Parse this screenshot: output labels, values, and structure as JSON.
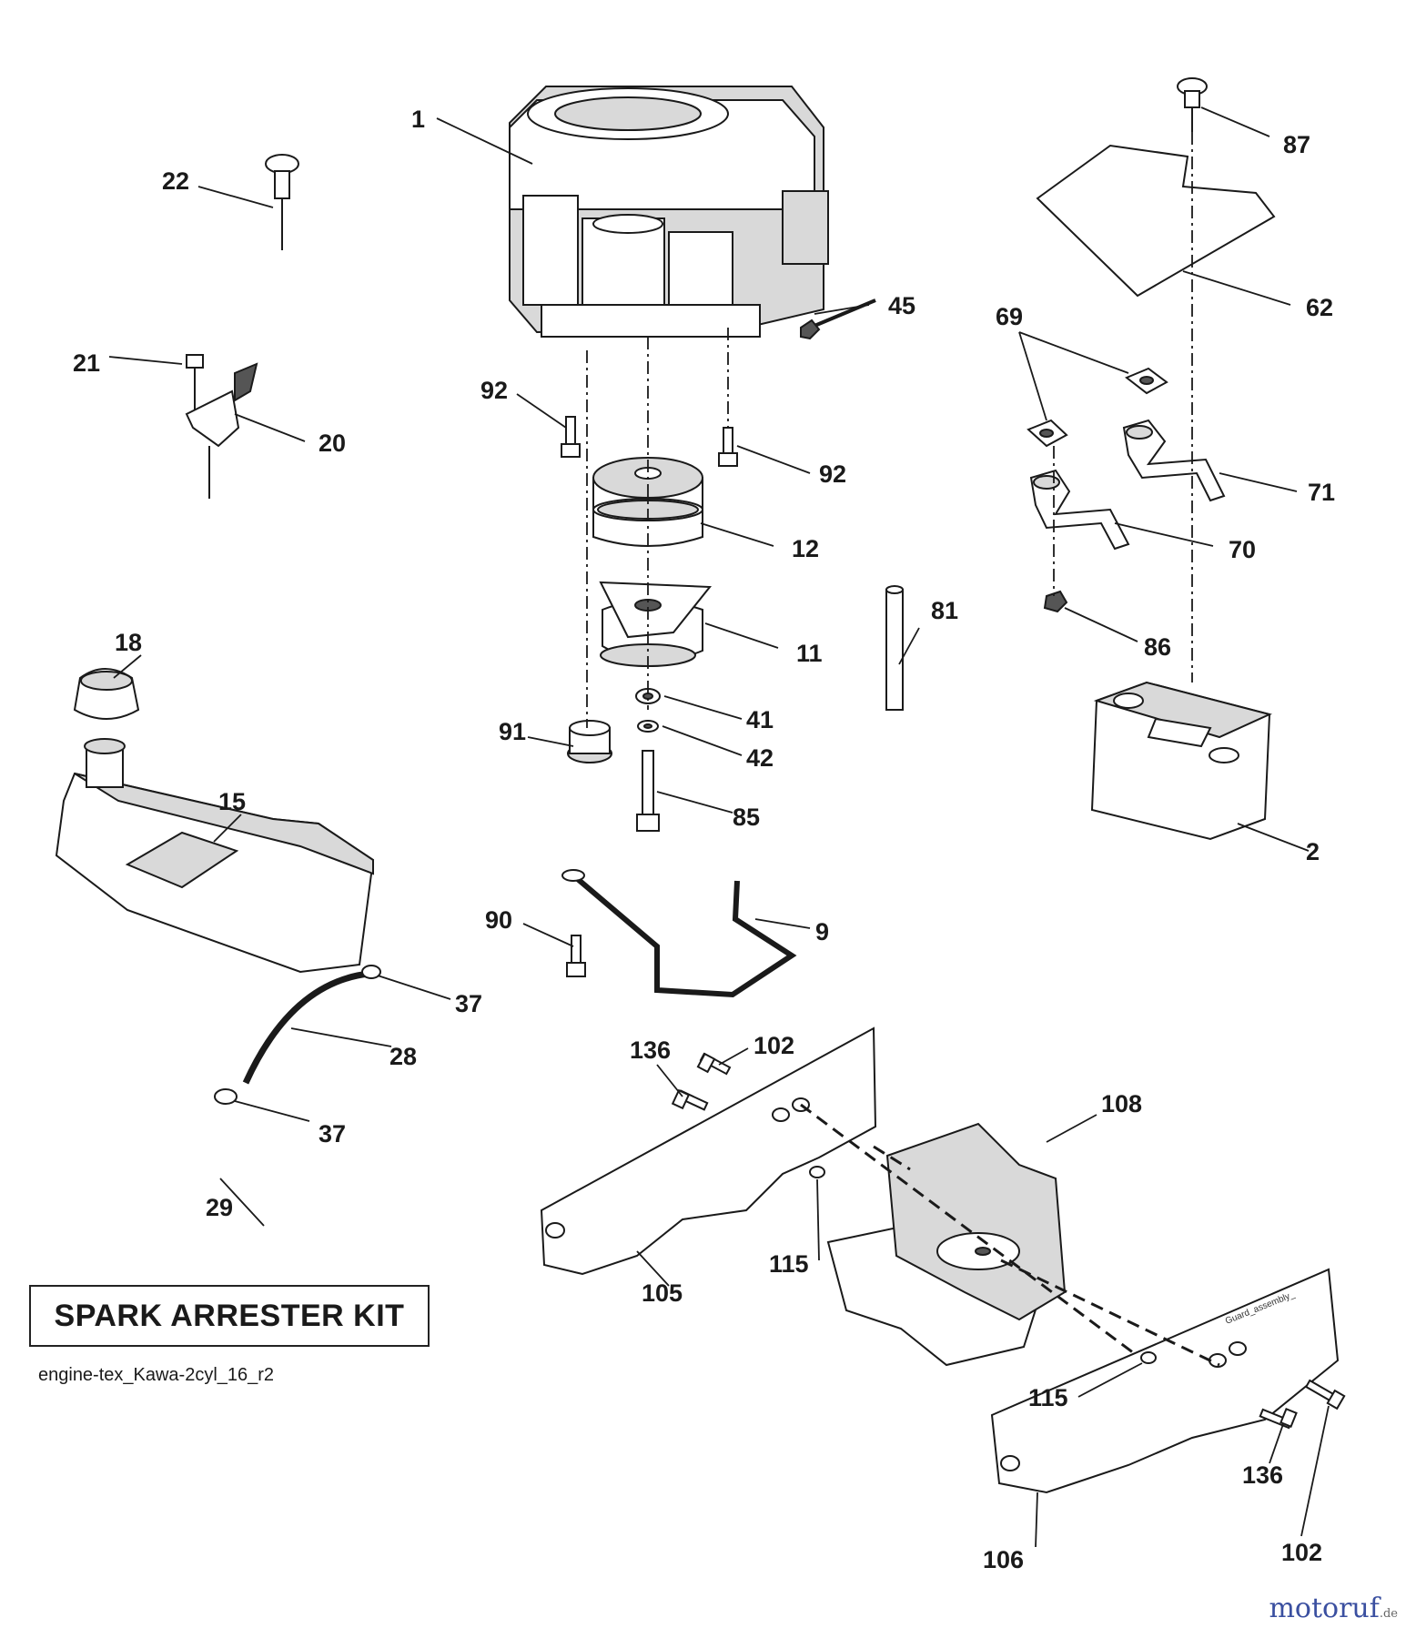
{
  "labels": {
    "l1": "1",
    "l2": "2",
    "l9": "9",
    "l11": "11",
    "l12": "12",
    "l15": "15",
    "l18": "18",
    "l20": "20",
    "l21": "21",
    "l22": "22",
    "l28": "28",
    "l29": "29",
    "l37a": "37",
    "l37b": "37",
    "l41": "41",
    "l42": "42",
    "l45": "45",
    "l62": "62",
    "l69": "69",
    "l70": "70",
    "l71": "71",
    "l81": "81",
    "l85": "85",
    "l86": "86",
    "l87": "87",
    "l90": "90",
    "l91": "91",
    "l92a": "92",
    "l92b": "92",
    "l102a": "102",
    "l102b": "102",
    "l105": "105",
    "l106": "106",
    "l108": "108",
    "l115a": "115",
    "l115b": "115",
    "l136a": "136",
    "l136b": "136"
  },
  "kit_label": "SPARK ARRESTER KIT",
  "drawing_id": "engine-tex_Kawa-2cyl_16_r2",
  "small_stamp": "Guard_assembly_",
  "watermark": {
    "brand": "motoruf",
    "suffix": ".de"
  }
}
